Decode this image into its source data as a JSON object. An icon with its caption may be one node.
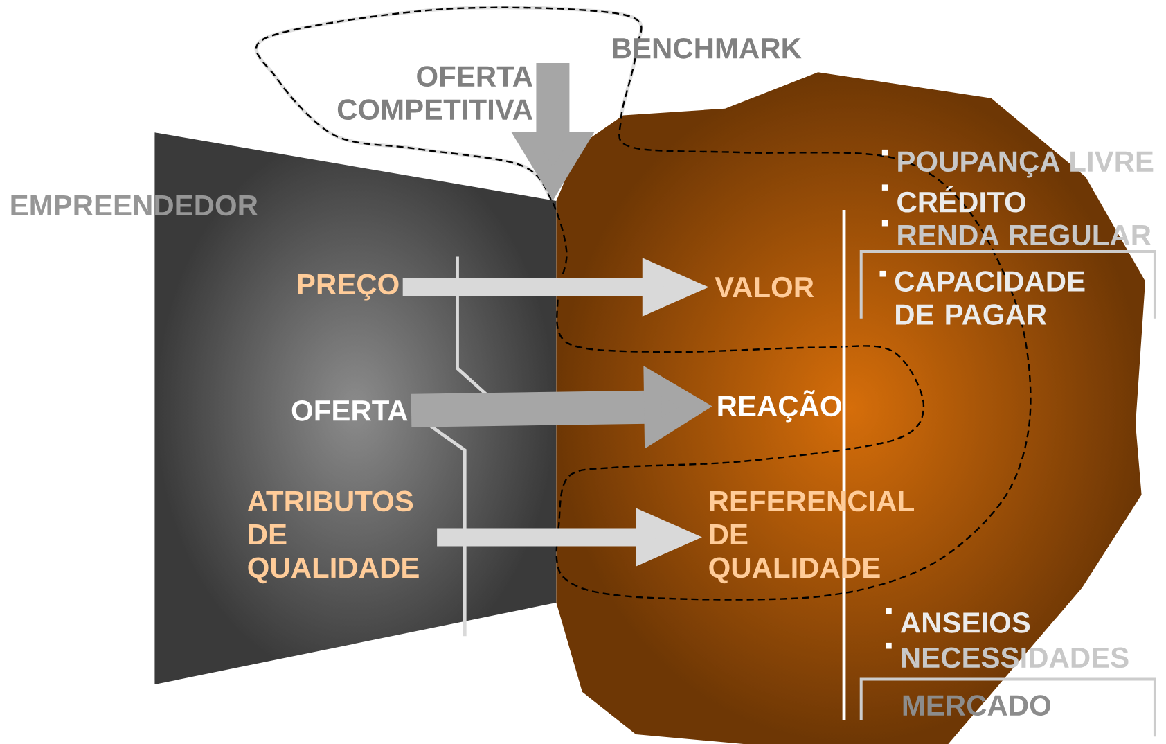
{
  "diagram": {
    "nodes": [
      {
        "text": [
          "EMPREENDEDOR"
        ]
      },
      {
        "text": [
          "MERCADO"
        ]
      },
      {
        "text": [
          "OFERTA COMPETITIVA"
        ]
      },
      {
        "text": [
          "PREÇO"
        ]
      },
      {
        "text": [
          "OFERTA"
        ]
      },
      {
        "text": [
          "ATRIBUTOS DE QUALIDADE"
        ]
      },
      {
        "text": [
          "VALOR"
        ]
      },
      {
        "text": [
          "REAÇÃO"
        ]
      },
      {
        "text": [
          "REFERENCIAL DE QUALIDADE"
        ]
      }
    ],
    "edges": [
      {
        "from": 3,
        "to": 6,
        "arrow": "to"
      },
      {
        "from": 4,
        "to": 7,
        "arrow": "to",
        "style": "thick",
        "color": "#a6a6a6"
      },
      {
        "from": 5,
        "to": 8,
        "arrow": "to"
      },
      {
        "from": 2,
        "to": null,
        "arrow": "to",
        "style": "thick",
        "color": "#a6a6a6"
      }
    ],
    "labels": [
      "BENCHMARK",
      "POUPANÇA LIVRE",
      "CRÉDITO",
      "RENDA REGULAR",
      "CAPACIDADE DE PAGAR",
      "ANSEIOS",
      "NECESSIDADES"
    ]
  }
}
